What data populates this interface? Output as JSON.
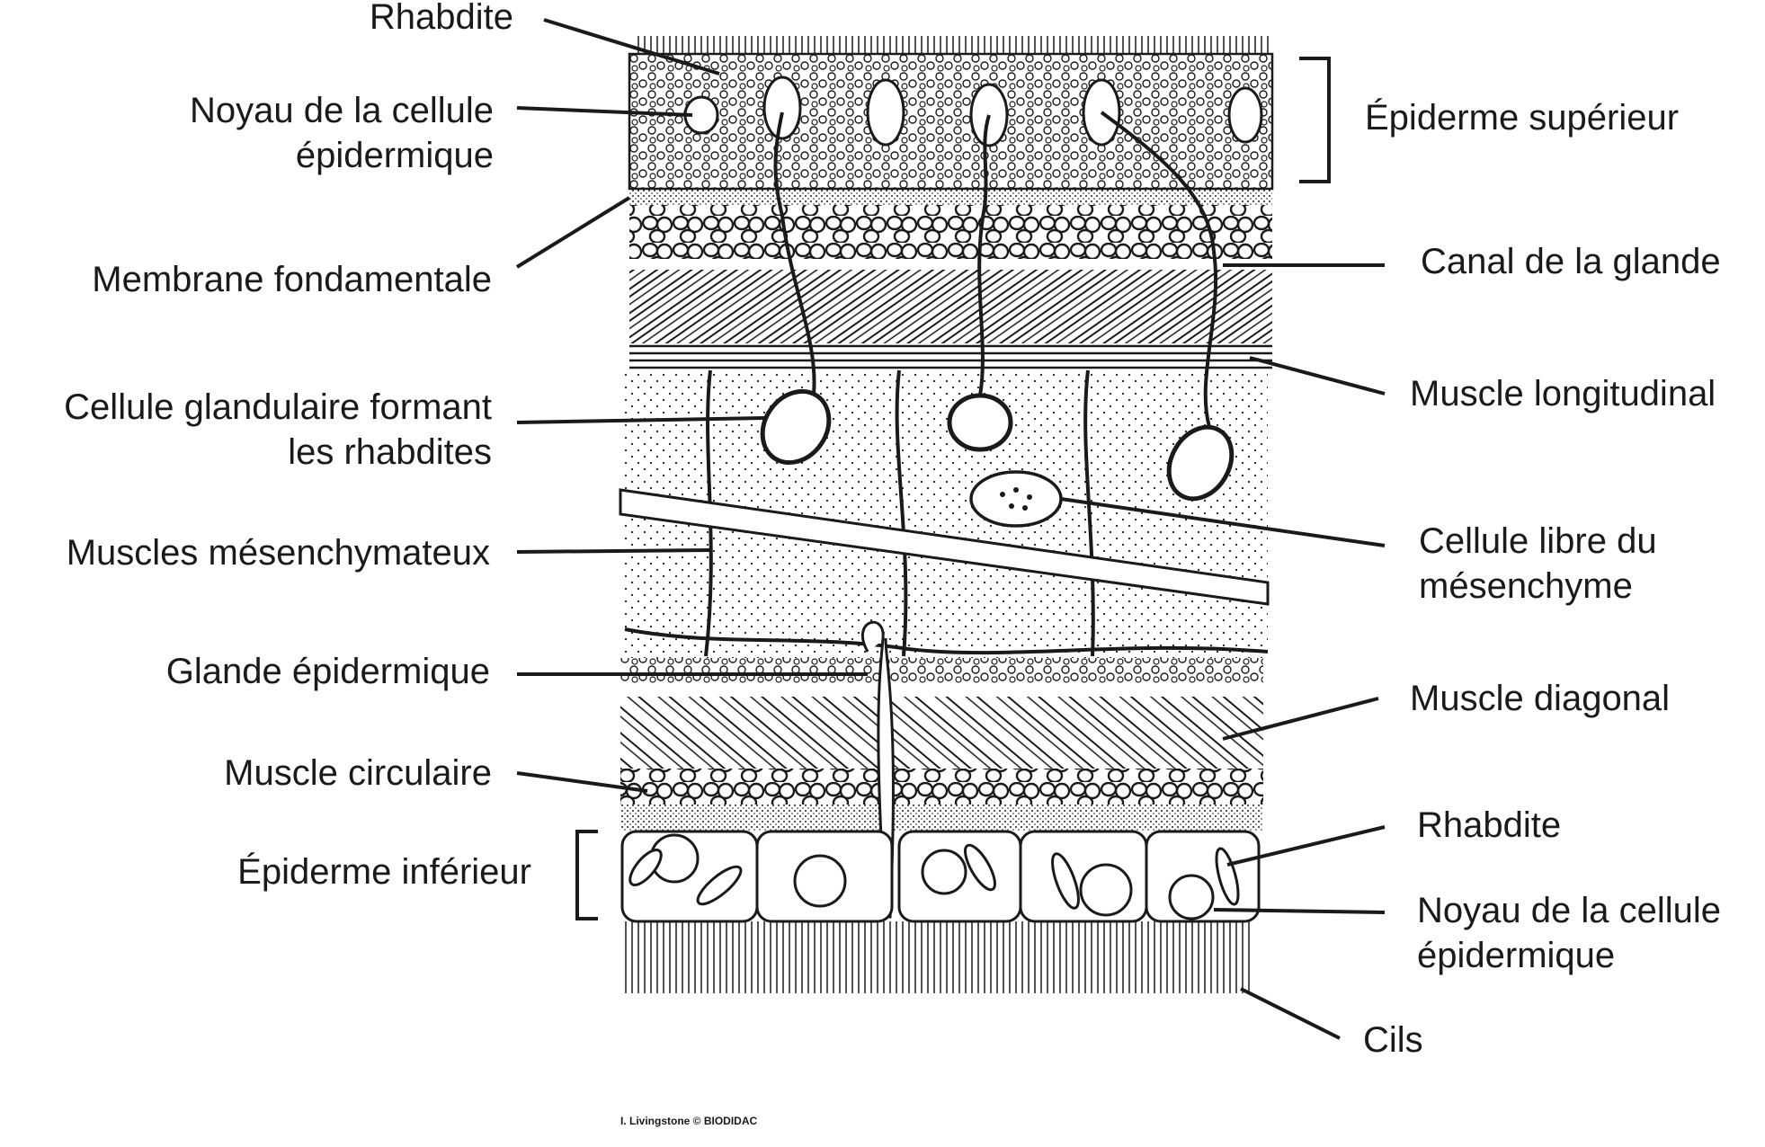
{
  "labels_left": {
    "rhabdite_top": "Rhabdite",
    "noyau_top_line1": "Noyau de la cellule",
    "noyau_top_line2": "épidermique",
    "membrane": "Membrane fondamentale",
    "cellule_glandulaire_line1": "Cellule glandulaire formant",
    "cellule_glandulaire_line2": "les rhabdites",
    "muscles_mesenchymateux": "Muscles mésenchymateux",
    "glande_epidermique": "Glande épidermique",
    "muscle_circulaire": "Muscle circulaire",
    "epiderme_inferieur": "Épiderme inférieur"
  },
  "labels_right": {
    "epiderme_superieur": "Épiderme supérieur",
    "canal_glande": "Canal de la glande",
    "muscle_longitudinal": "Muscle longitudinal",
    "cellule_libre_line1": "Cellule libre du",
    "cellule_libre_line2": "mésenchyme",
    "muscle_diagonal": "Muscle diagonal",
    "rhabdite_bottom": "Rhabdite",
    "noyau_bottom_line1": "Noyau de la cellule",
    "noyau_bottom_line2": "épidermique",
    "cils": "Cils"
  },
  "credit": "I. Livingstone © BIODIDAC",
  "colors": {
    "ink": "#1a1a1a",
    "background": "#ffffff"
  }
}
